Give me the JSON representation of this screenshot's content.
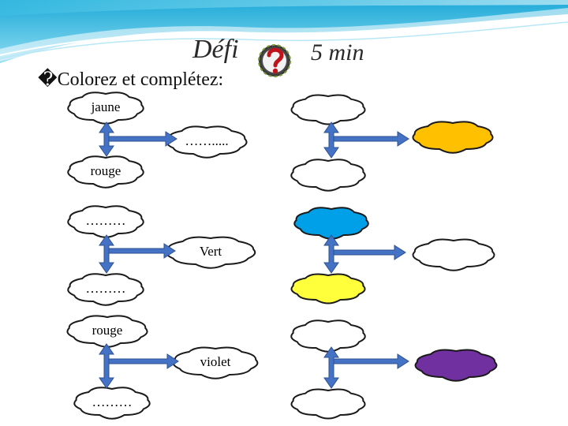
{
  "header": {
    "title": "Défi",
    "time_limit": "5 min",
    "instruction": "�Colorez  et complétez:",
    "icon": "question-mark-icon"
  },
  "left_exercises": [
    {
      "top_label": "jaune",
      "result_label": "…….....",
      "bottom_label": "rouge"
    },
    {
      "top_label": "………",
      "result_label": "Vert",
      "bottom_label": "………"
    },
    {
      "top_label": "rouge",
      "result_label": "violet",
      "bottom_label": "………"
    }
  ],
  "right_exercises": [
    {
      "top_fill": "#ffffff",
      "result_fill": "#ffc000",
      "bottom_fill": "#ffffff"
    },
    {
      "top_fill": "#00a0e8",
      "result_fill": "#ffffff",
      "bottom_fill": "#ffff3c"
    },
    {
      "top_fill": "#ffffff",
      "result_fill": "#7030a0",
      "bottom_fill": "#ffffff"
    }
  ],
  "colors": {
    "cloud_outline": "#1a1a1a",
    "arrow_fill": "#4472c4",
    "arrow_stroke": "#2f528f",
    "banner": "#43c4e6"
  }
}
